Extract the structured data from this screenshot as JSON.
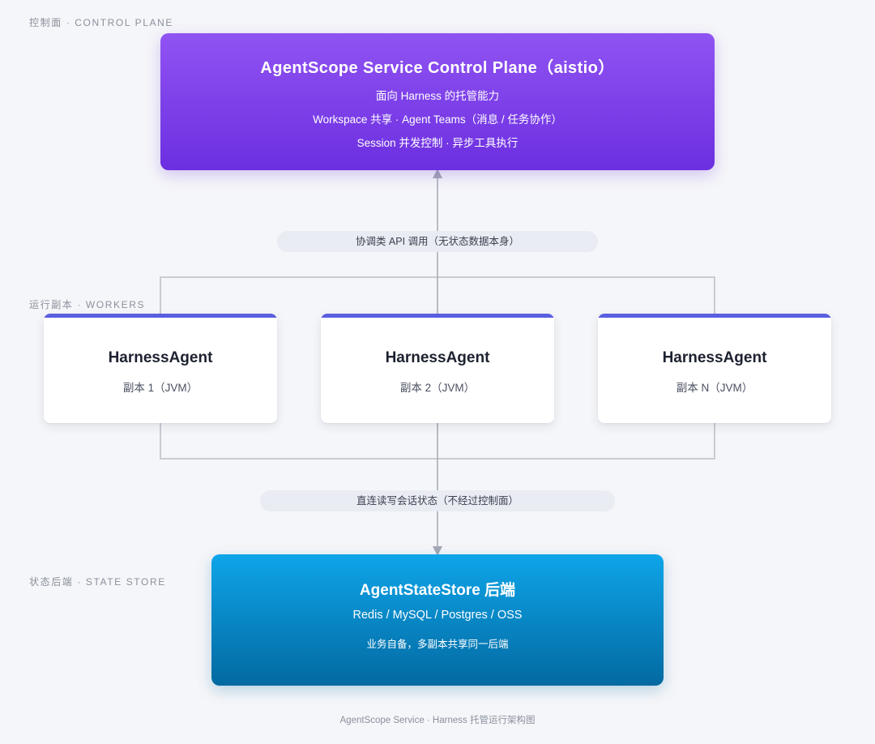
{
  "sections": {
    "control_plane": "控制面 · CONTROL PLANE",
    "workers": "运行副本 · WORKERS",
    "state_store": "状态后端 · STATE STORE"
  },
  "control_plane": {
    "title": "AgentScope Service Control Plane（aistio）",
    "line1": "面向 Harness 的托管能力",
    "line2": "Workspace 共享 · Agent Teams（消息 / 任务协作）",
    "line3": "Session 并发控制 · 异步工具执行",
    "color_start": "#9053f2",
    "color_end": "#6c2fe0"
  },
  "edges": {
    "to_control_plane": "协调类 API 调用（无状态数据本身）",
    "to_state_store": "直连读写会话状态（不经过控制面）"
  },
  "workers": [
    {
      "name": "HarnessAgent",
      "replica": "副本 1（JVM）"
    },
    {
      "name": "HarnessAgent",
      "replica": "副本 2（JVM）"
    },
    {
      "name": "HarnessAgent",
      "replica": "副本 N（JVM）"
    }
  ],
  "worker_accent": "#5a5ee0",
  "state_store": {
    "title": "AgentStateStore 后端",
    "backends": "Redis / MySQL / Postgres / OSS",
    "note": "业务自备，多副本共享同一后端",
    "color_start": "#0ea5e9",
    "color_end": "#0369a1"
  },
  "footer": "AgentScope Service · Harness 托管运行架构图"
}
